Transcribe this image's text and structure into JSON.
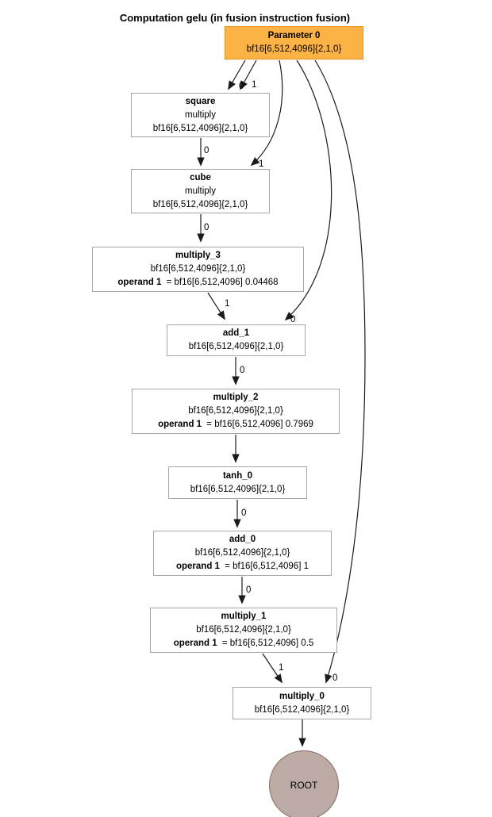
{
  "title": "Computation gelu (in fusion instruction fusion)",
  "type": "computation-graph",
  "colors": {
    "parameter_fill": "#FCB245",
    "parameter_border": "#E89117",
    "node_border": "#A8A8A8",
    "node_fill": "#FFFFFF",
    "root_fill": "#BCAAA4",
    "edge": "#1A1A1A"
  },
  "nodes": {
    "parameter0": {
      "name": "Parameter 0",
      "shape": "bf16[6,512,4096]{2,1,0}"
    },
    "square": {
      "name": "square",
      "op": "multiply",
      "shape": "bf16[6,512,4096]{2,1,0}"
    },
    "cube": {
      "name": "cube",
      "op": "multiply",
      "shape": "bf16[6,512,4096]{2,1,0}"
    },
    "multiply_3": {
      "name": "multiply_3",
      "shape": "bf16[6,512,4096]{2,1,0}",
      "operand_label": "operand 1",
      "operand_value": "= bf16[6,512,4096] 0.04468"
    },
    "add_1": {
      "name": "add_1",
      "shape": "bf16[6,512,4096]{2,1,0}"
    },
    "multiply_2": {
      "name": "multiply_2",
      "shape": "bf16[6,512,4096]{2,1,0}",
      "operand_label": "operand 1",
      "operand_value": "= bf16[6,512,4096] 0.7969"
    },
    "tanh_0": {
      "name": "tanh_0",
      "shape": "bf16[6,512,4096]{2,1,0}"
    },
    "add_0": {
      "name": "add_0",
      "shape": "bf16[6,512,4096]{2,1,0}",
      "operand_label": "operand 1",
      "operand_value": "= bf16[6,512,4096] 1"
    },
    "multiply_1": {
      "name": "multiply_1",
      "shape": "bf16[6,512,4096]{2,1,0}",
      "operand_label": "operand 1",
      "operand_value": "= bf16[6,512,4096] 0.5"
    },
    "multiply_0": {
      "name": "multiply_0",
      "shape": "bf16[6,512,4096]{2,1,0}"
    },
    "root": {
      "name": "ROOT"
    }
  },
  "edges": [
    {
      "from": "Parameter 0",
      "to": "square",
      "label": "0"
    },
    {
      "from": "Parameter 0",
      "to": "square",
      "label": "1"
    },
    {
      "from": "square",
      "to": "cube",
      "label": "0"
    },
    {
      "from": "Parameter 0",
      "to": "cube",
      "label": "1"
    },
    {
      "from": "cube",
      "to": "multiply_3",
      "label": "0"
    },
    {
      "from": "multiply_3",
      "to": "add_1",
      "label": "1"
    },
    {
      "from": "Parameter 0",
      "to": "add_1",
      "label": "0"
    },
    {
      "from": "add_1",
      "to": "multiply_2",
      "label": "0"
    },
    {
      "from": "multiply_2",
      "to": "tanh_0",
      "label": ""
    },
    {
      "from": "tanh_0",
      "to": "add_0",
      "label": "0"
    },
    {
      "from": "add_0",
      "to": "multiply_1",
      "label": "0"
    },
    {
      "from": "multiply_1",
      "to": "multiply_0",
      "label": "1"
    },
    {
      "from": "Parameter 0",
      "to": "multiply_0",
      "label": "0"
    },
    {
      "from": "multiply_0",
      "to": "ROOT",
      "label": ""
    }
  ]
}
